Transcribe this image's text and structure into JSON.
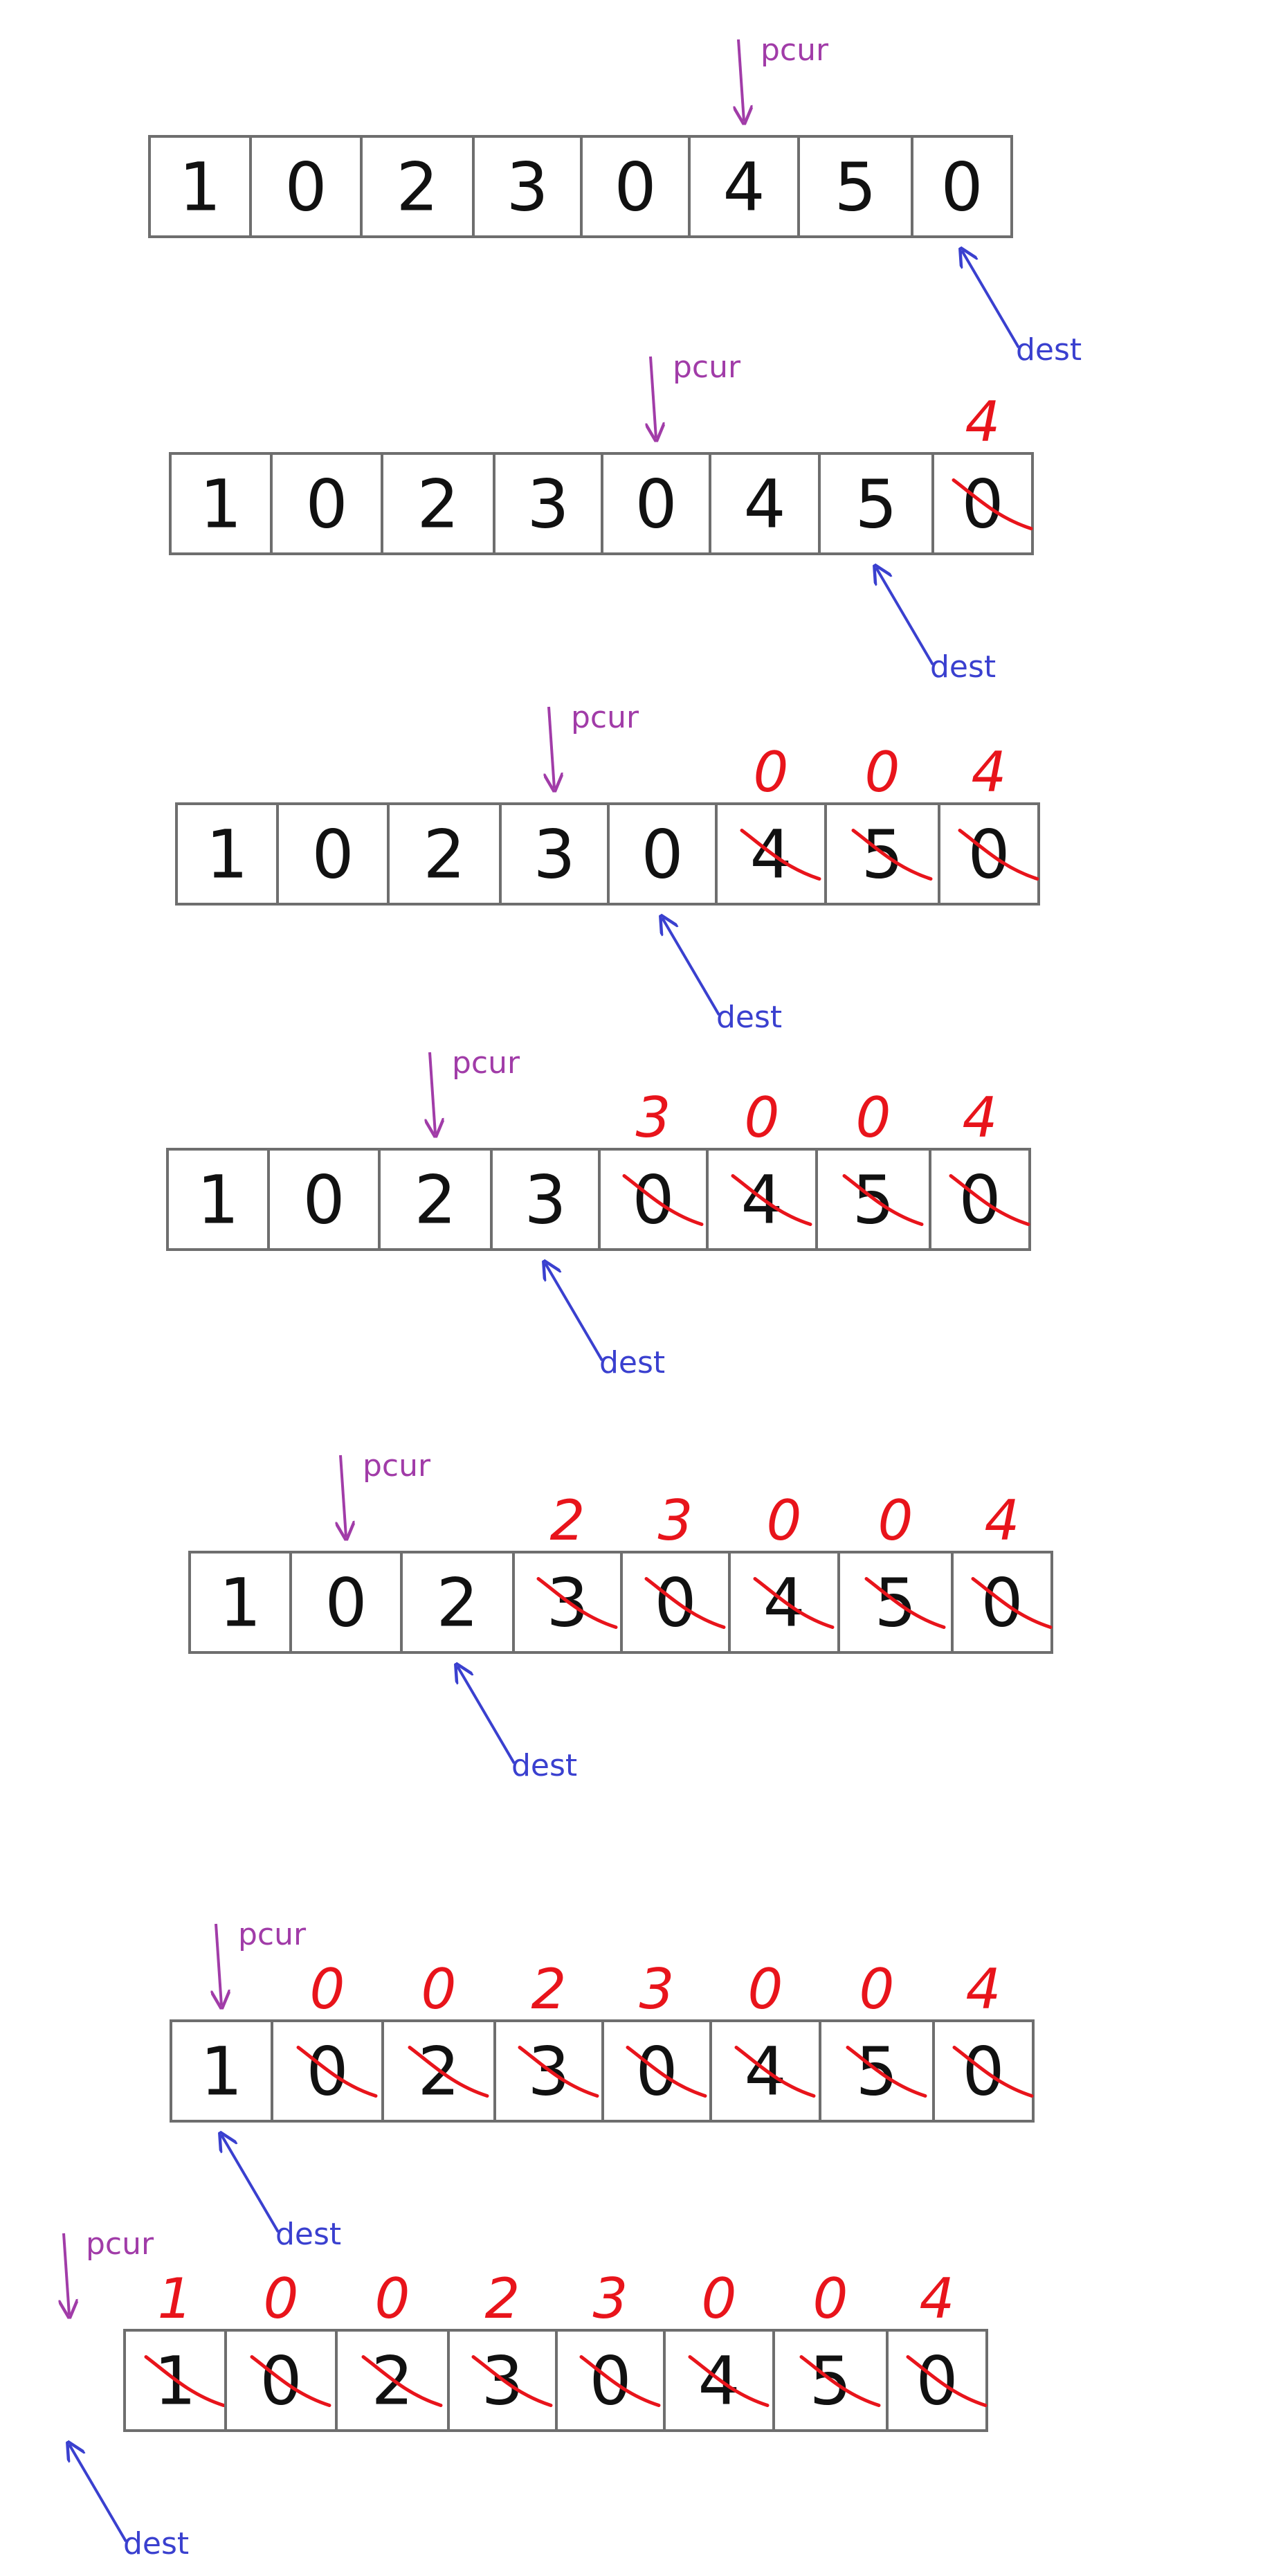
{
  "labels": {
    "pcur": "pcur",
    "dest": "dest"
  },
  "colors": {
    "pcur": "#a13ca8",
    "dest": "#3a40cf",
    "edit": "#e8141b",
    "cell_border": "#6e6e6e",
    "text": "#111111"
  },
  "steps": [
    {
      "cells": [
        "1",
        "0",
        "2",
        "3",
        "0",
        "4",
        "5",
        "0"
      ],
      "edits": [
        "",
        "",
        "",
        "",
        "",
        "",
        "",
        ""
      ],
      "pcur": 5,
      "dest": 7
    },
    {
      "cells": [
        "1",
        "0",
        "2",
        "3",
        "0",
        "4",
        "5",
        "0"
      ],
      "edits": [
        "",
        "",
        "",
        "",
        "",
        "",
        "",
        "4"
      ],
      "pcur": 4,
      "dest": 6
    },
    {
      "cells": [
        "1",
        "0",
        "2",
        "3",
        "0",
        "4",
        "5",
        "0"
      ],
      "edits": [
        "",
        "",
        "",
        "",
        "",
        "0",
        "0",
        "4"
      ],
      "pcur": 3,
      "dest": 4
    },
    {
      "cells": [
        "1",
        "0",
        "2",
        "3",
        "0",
        "4",
        "5",
        "0"
      ],
      "edits": [
        "",
        "",
        "",
        "",
        "3",
        "0",
        "0",
        "4"
      ],
      "pcur": 2,
      "dest": 3
    },
    {
      "cells": [
        "1",
        "0",
        "2",
        "3",
        "0",
        "4",
        "5",
        "0"
      ],
      "edits": [
        "",
        "",
        "",
        "2",
        "3",
        "0",
        "0",
        "4"
      ],
      "pcur": 1,
      "dest": 2
    },
    {
      "cells": [
        "1",
        "0",
        "2",
        "3",
        "0",
        "4",
        "5",
        "0"
      ],
      "edits": [
        "",
        "0",
        "0",
        "2",
        "3",
        "0",
        "0",
        "4"
      ],
      "pcur": 0,
      "dest": 0
    },
    {
      "cells": [
        "1",
        "0",
        "2",
        "3",
        "0",
        "4",
        "5",
        "0"
      ],
      "edits": [
        "1",
        "0",
        "0",
        "2",
        "3",
        "0",
        "0",
        "4"
      ],
      "pcur": -1,
      "dest": -1
    }
  ]
}
